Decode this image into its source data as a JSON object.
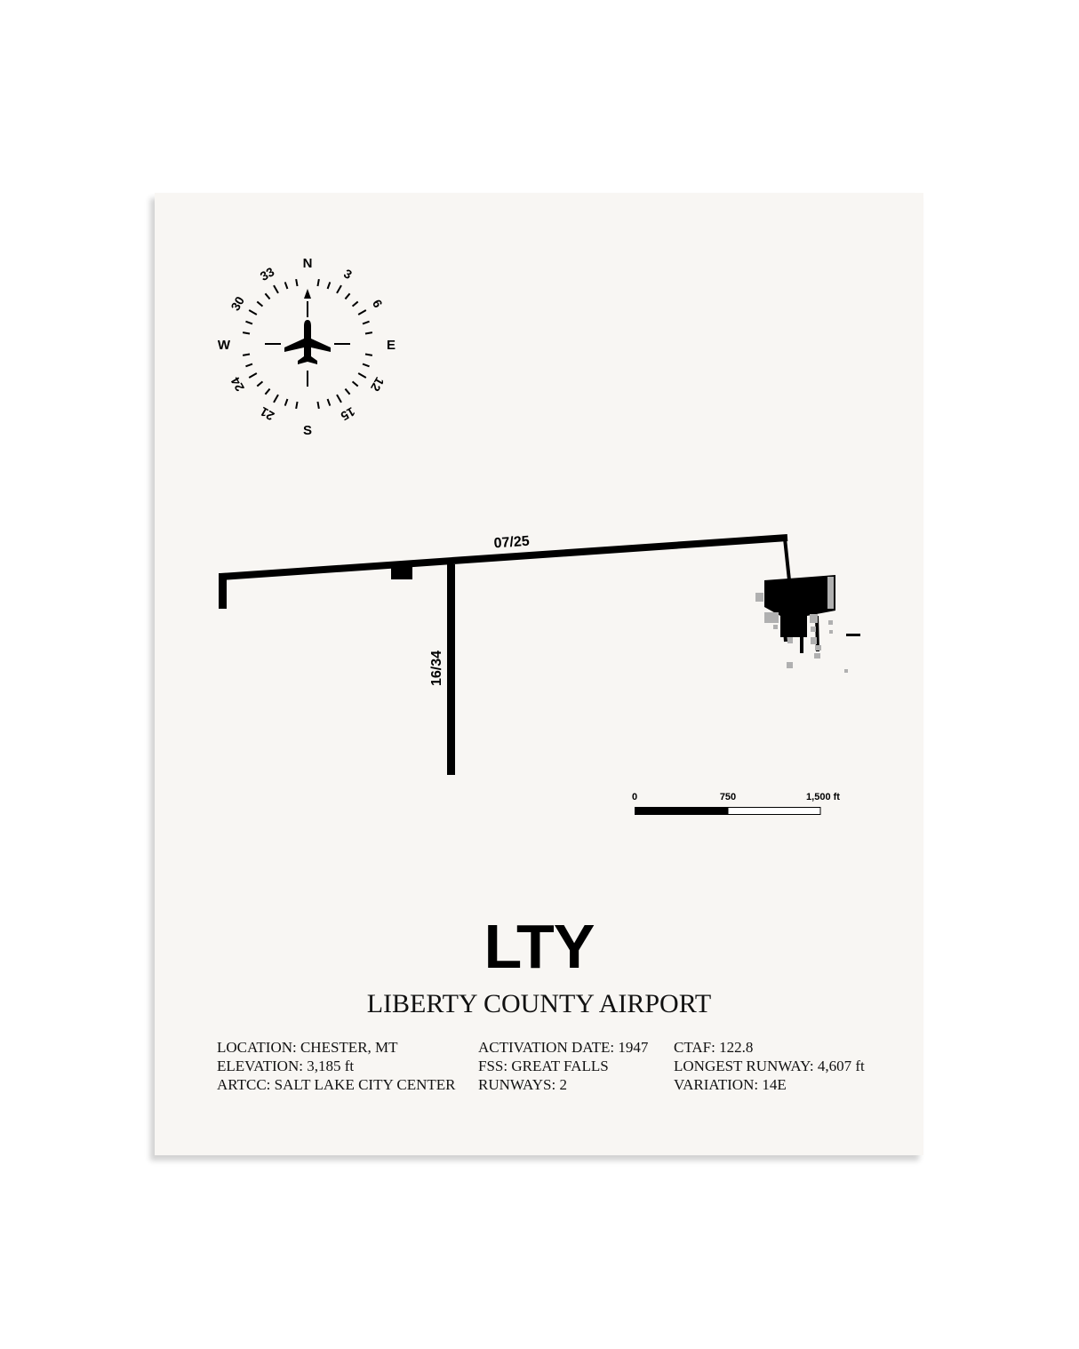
{
  "airport": {
    "code": "LTY",
    "name": "LIBERTY COUNTY AIRPORT"
  },
  "compass": {
    "cardinals": {
      "n": "N",
      "e": "E",
      "s": "S",
      "w": "W"
    },
    "headings": [
      "3",
      "6",
      "12",
      "15",
      "21",
      "24",
      "30",
      "33"
    ],
    "icon": "airplane-icon"
  },
  "runways": [
    {
      "label": "07/25"
    },
    {
      "label": "16/34"
    }
  ],
  "scale_bar": {
    "labels": [
      "0",
      "750",
      "1,500 ft"
    ]
  },
  "info": {
    "col1": [
      "LOCATION: CHESTER, MT",
      "ELEVATION: 3,185 ft",
      "ARTCC: SALT LAKE CITY CENTER"
    ],
    "col2": [
      "ACTIVATION DATE: 1947",
      "FSS: GREAT FALLS",
      "RUNWAYS: 2"
    ],
    "col3": [
      "CTAF: 122.8",
      "LONGEST RUNWAY: 4,607 ft",
      "VARIATION: 14E"
    ]
  },
  "colors": {
    "paper": "#f8f6f3",
    "ink": "#000000",
    "building": "#b0b0b0"
  }
}
